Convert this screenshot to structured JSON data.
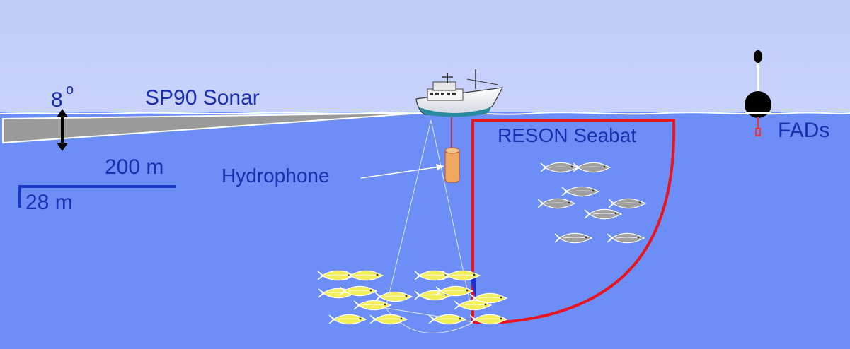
{
  "labels": {
    "sonar": "SP90 Sonar",
    "angle": "8",
    "angle_unit": "o",
    "range": "200 m",
    "depth": "28 m",
    "hydrophone": "Hydrophone",
    "reson": "RESON Seabat",
    "fads": "FADs"
  },
  "colors": {
    "sky": "#c2cdfb",
    "water": "#6e8ef7",
    "label": "#1a2fb0",
    "sonar_beam": "#9a9a9a",
    "seabat_outline": "#e8141e",
    "hydrophone": "#f0a860",
    "fish_yellow": "#f2ee5c",
    "fish_gray": "#a0a0a0"
  },
  "icons": [
    "boat-icon",
    "hydrophone-icon",
    "buoy-icon",
    "fish-icon"
  ]
}
